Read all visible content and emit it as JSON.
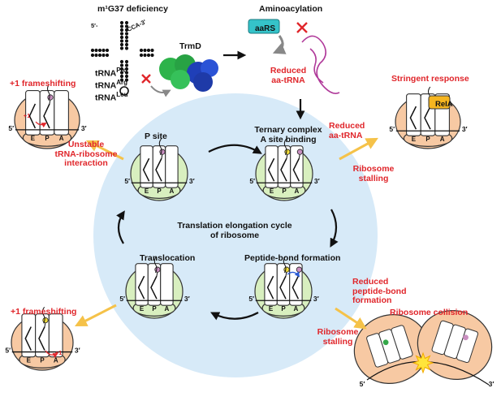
{
  "colors": {
    "circle": "#d7eaf8",
    "ribosome_green": "#d8efbf",
    "ribosome_peach": "#f7c9a3",
    "outline": "#333333",
    "arrow_orange": "#f5c249",
    "red": "#e0262b",
    "magenta": "#b03a9a",
    "teal": "#35c3c9",
    "relA": "#f5b520",
    "yellow_tRNA": "#f2dd3b",
    "pink_tRNA": "#c98fc0",
    "green_tRNA": "#35a84a"
  },
  "top": {
    "title_m1g37": "m¹G37 deficiency",
    "trna_5prime": "5′-",
    "trna_3prime": "CCA-3′",
    "enzyme": "TrmD",
    "trna_types": [
      "tRNA",
      "tRNA",
      "tRNA"
    ],
    "trna_sups": [
      "Pro",
      "Arg",
      "Leu"
    ],
    "aminoacylation_title": "Aminoacylation",
    "aars": "aaRS",
    "reduced_aa_trna": [
      "Reduced",
      "aa-tRNA"
    ]
  },
  "cycle": {
    "p_site": "P site",
    "ternary": [
      "Ternary complex",
      "A site binding"
    ],
    "center": [
      "Translation elongation cycle",
      "of ribosome"
    ],
    "translocation": "Translocation",
    "peptide_bond": "Peptide-bond formation"
  },
  "ribosome_labels": {
    "e": "E",
    "p": "P",
    "a": "A",
    "five": "5′",
    "three": "3′",
    "plus_one": "+1"
  },
  "outcomes": {
    "frameshift_top": "+1 frameshifting",
    "unstable": [
      "Unstable",
      "tRNA-ribosome",
      "interaction"
    ],
    "stringent": "Stringent response",
    "rela": "RelA",
    "reduced_aa_trna_right": [
      "Reduced",
      "aa-tRNA"
    ],
    "ribosome_stalling_right": [
      "Ribosome",
      "stalling"
    ],
    "frameshift_bottom": "+1 frameshifting",
    "reduced_peptide": [
      "Reduced",
      "peptide-bond",
      "formation"
    ],
    "ribosome_stalling_bottom": [
      "Ribosome",
      "stalling"
    ],
    "collision": "Ribosome collision"
  }
}
